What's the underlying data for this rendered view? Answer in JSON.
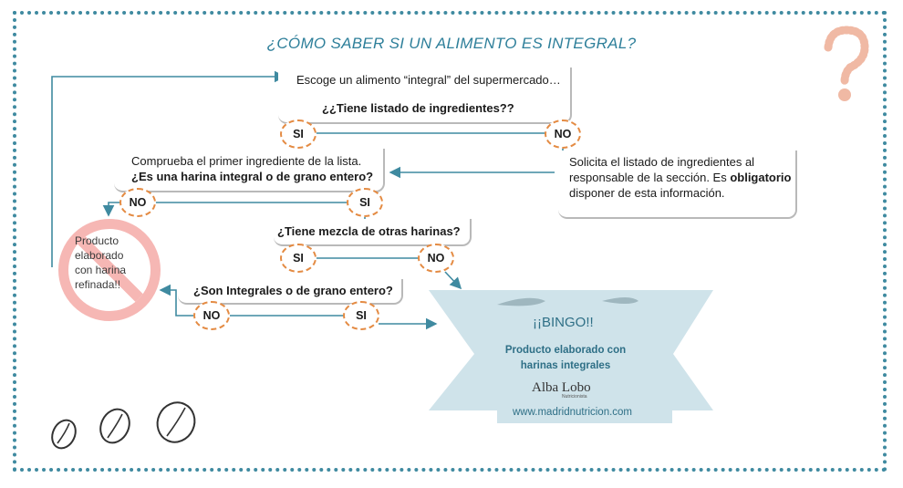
{
  "title": "¿CÓMO SABER SI UN ALIMENTO ES INTEGRAL?",
  "steps": {
    "choose": "Escoge un alimento “integral” del supermercado…",
    "has_ingredients": "¿¿Tiene listado de ingredientes??",
    "check_first_line1": "Comprueba el primer ingrediente de la lista.",
    "check_first_line2": "¿Es una harina integral o de grano entero?",
    "mixed": "¿Tiene mezcla de otras harinas?",
    "integral": "¿Son Integrales o de grano entero?",
    "ask_line1": "Solicita el listado de ingredientes al",
    "ask_line2_pre": "responsable de la sección. Es ",
    "ask_line2_bold": "obligatorio",
    "ask_line3": "disponer de esta información."
  },
  "answers": {
    "yes": "SI",
    "no": "NO"
  },
  "refined": [
    "Producto",
    "elaborado",
    "con harina",
    "refinada!!"
  ],
  "bingo": {
    "title": "¡¡BINGO!!",
    "subtitle_line1": "Producto elaborado con",
    "subtitle_line2": "harinas integrales",
    "brand": "Alba Lobo",
    "brand_sub": "Nutricionista",
    "url": "www.madridnutricion.com"
  },
  "colors": {
    "accent": "#2e7f9a",
    "dots": "#3f8aa0",
    "circle_dash": "#e48b43",
    "no_entry": "#f6b7b4",
    "banner": "#cfe3ea"
  },
  "icons": [
    "question-mark-icon",
    "grain-icon"
  ]
}
